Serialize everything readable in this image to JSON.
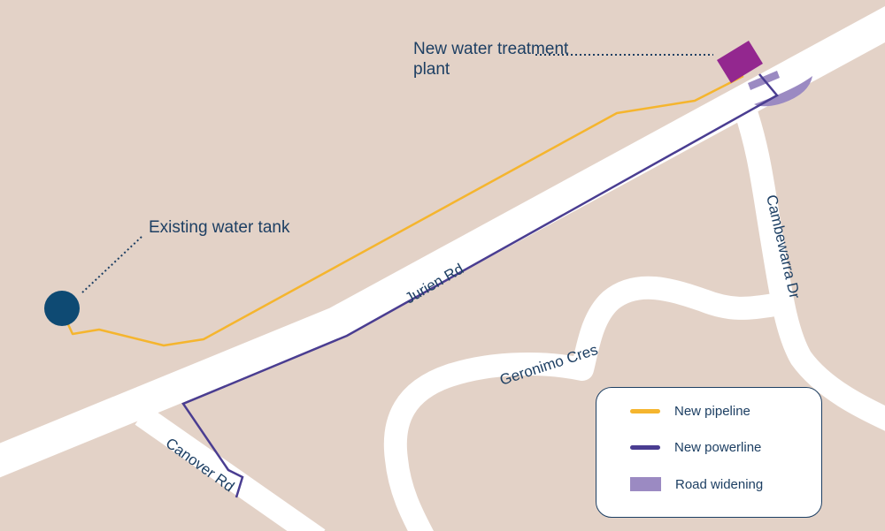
{
  "colors": {
    "background": "#e3d2c7",
    "road": "#ffffff",
    "pipeline": "#f5b52e",
    "powerline": "#4a3d91",
    "road_widening": "#9b8ac2",
    "treatment_plant": "#93278f",
    "water_tank": "#0e4a73",
    "text": "#1d3f63"
  },
  "callouts": {
    "plant_label": "New water treatment plant",
    "tank_label": "Existing water tank"
  },
  "roads": {
    "jurien": "Jurien Rd",
    "cambewarra": "Cambewarra Dr",
    "geronimo": "Geronimo Cres",
    "canover": "Canover Rd"
  },
  "legend": {
    "items": [
      {
        "label": "New pipeline",
        "swatch": "line",
        "color": "#f5b52e"
      },
      {
        "label": "New powerline",
        "swatch": "line",
        "color": "#4a3d91"
      },
      {
        "label": "Road widening",
        "swatch": "area",
        "color": "#9b8ac2"
      }
    ]
  }
}
